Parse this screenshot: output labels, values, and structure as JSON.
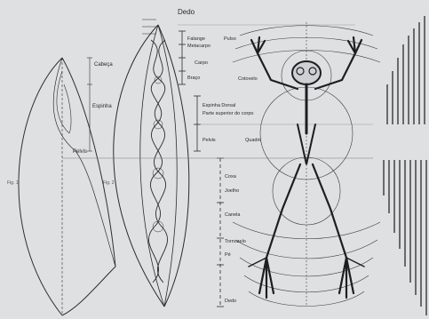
{
  "title": "Dedo",
  "labels": {
    "cabeca": "Cabeça",
    "espinha_left": "Espinha",
    "pelvis_left": "Pelvis",
    "falange": "Falange",
    "metacarpo": "Metacarpo",
    "pulso": "Pulso",
    "carpo": "Carpo",
    "cotovelo": "Cotovelo",
    "braco": "Braço",
    "espinha_dorsal": "Espinha Dorsal",
    "parte_superior": "Parte superior do corpo",
    "pelvis_mid": "Pelvis",
    "quadril": "Quadril",
    "coxa": "Coxa",
    "joelho": "Joelho",
    "canela": "Canela",
    "tornozelo": "Tornozelo",
    "pe": "Pé",
    "dedo_bottom": "Dedo"
  },
  "figure_labels": {
    "fig1": "Fig. 1",
    "fig2": "Fig. 2"
  },
  "colors": {
    "paper": "#dfe0e2",
    "ink": "#2a2a2c",
    "faint": "#6c6d70"
  }
}
